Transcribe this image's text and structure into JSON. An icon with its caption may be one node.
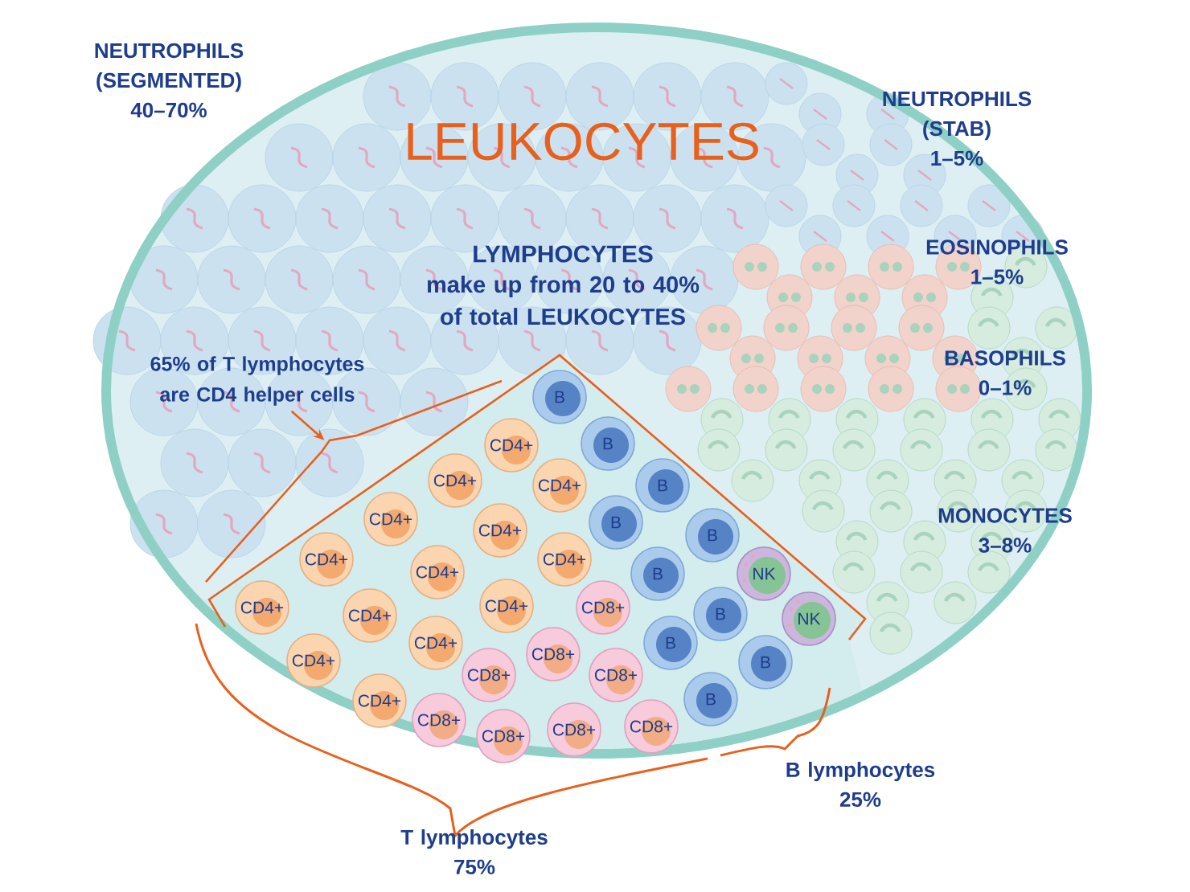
{
  "diagram": {
    "nodes": [
      {
        "text": [
          "LEUKOCYTES"
        ]
      },
      {
        "text": [
          "65% of T lymphocytes are CD4 helper cells"
        ],
        "in": 0
      },
      {
        "text": [
          "LYMPHOCYTES",
          "make up from 20 to 40% of total LEUKOCYTES"
        ],
        "in": 0
      },
      {
        "text": [
          "B"
        ],
        "in": 2
      },
      {
        "text": [
          "B"
        ],
        "in": 2
      },
      {
        "text": [
          "CD4+"
        ],
        "in": 2
      },
      {
        "text": [
          "CD4+"
        ],
        "in": 2
      },
      {
        "text": [
          "CD4+"
        ],
        "in": 2
      },
      {
        "text": [
          "B"
        ],
        "in": 2
      },
      {
        "text": [
          "CD4+"
        ],
        "in": 2
      },
      {
        "text": [
          "B"
        ],
        "in": 2
      },
      {
        "text": [
          "CD4+"
        ],
        "in": 2
      },
      {
        "text": [
          "B"
        ],
        "in": 2
      },
      {
        "text": [
          "CD4+"
        ],
        "in": 2
      },
      {
        "text": [
          "CD4+"
        ],
        "in": 2
      },
      {
        "text": [
          "CD4+"
        ],
        "in": 2
      },
      {
        "text": [
          "B"
        ],
        "in": 2
      },
      {
        "text": [
          "NK"
        ],
        "in": 2
      },
      {
        "text": [
          "CD4+"
        ],
        "in": 2
      },
      {
        "text": [
          "CD4+"
        ],
        "in": 2
      },
      {
        "text": [
          "CD8+"
        ],
        "in": 2
      },
      {
        "text": [
          "B"
        ],
        "in": 2
      },
      {
        "text": [
          "CD4+"
        ],
        "in": 2
      },
      {
        "text": [
          "NK"
        ],
        "in": 2
      },
      {
        "text": [
          "CD4+"
        ],
        "in": 2
      },
      {
        "text": [
          "B"
        ],
        "in": 2
      },
      {
        "text": [
          "CD8+"
        ],
        "in": 2
      },
      {
        "text": [
          "CD4+"
        ],
        "in": 2
      },
      {
        "text": [
          "B"
        ],
        "in": 2
      },
      {
        "text": [
          "CD8+"
        ],
        "in": 2
      },
      {
        "text": [
          "CD8+"
        ],
        "in": 2
      },
      {
        "text": [
          "B"
        ],
        "in": 2
      },
      {
        "text": [
          "CD4+"
        ],
        "in": 2
      },
      {
        "text": [
          "CD8+"
        ],
        "in": 2
      },
      {
        "text": [
          "CD8+"
        ],
        "in": 2
      },
      {
        "text": [
          "CD8+"
        ],
        "in": 2
      },
      {
        "text": [
          "CD8+"
        ],
        "in": 2
      },
      {
        "text": [],
        "shape": "bracket",
        "in": 0
      }
    ],
    "edges": [
      {
        "from": 1,
        "to": 37,
        "arrow": "to"
      }
    ],
    "labels": [
      "NEUTROPHILS (SEGMENTED) 40–70%",
      "NEUTROPHILS (STAB) 1–5%",
      "EOSINOPHILS 1–5%",
      "BASOPHILS 0–1%",
      "MONOCYTES 3–8%",
      "B lymphocytes 25%",
      "T lymphocytes 75%"
    ]
  }
}
